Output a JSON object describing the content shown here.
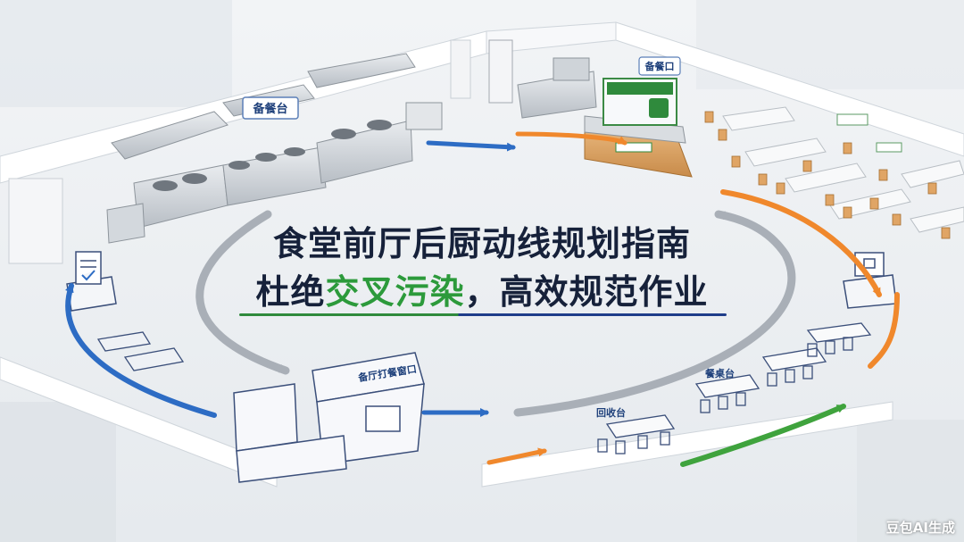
{
  "title": {
    "line1": "食堂前厅后厨动线规划指南",
    "line2_part1": "杜绝",
    "line2_highlight": "交叉污染",
    "line2_part2": "，高效规范作业"
  },
  "labels": {
    "prep_station": "备餐台",
    "serving_window": "备厅打餐窗口",
    "dining_table": "餐桌台",
    "return_station": "回收台",
    "pickup_window": "备餐口"
  },
  "watermark": "豆包AI生成",
  "colors": {
    "flow_blue": "#2d6cc4",
    "flow_orange": "#f0882c",
    "flow_green": "#3fa33d",
    "flow_gray": "#a9afb7",
    "title_dark": "#16213a",
    "title_green": "#2c9a3b"
  }
}
